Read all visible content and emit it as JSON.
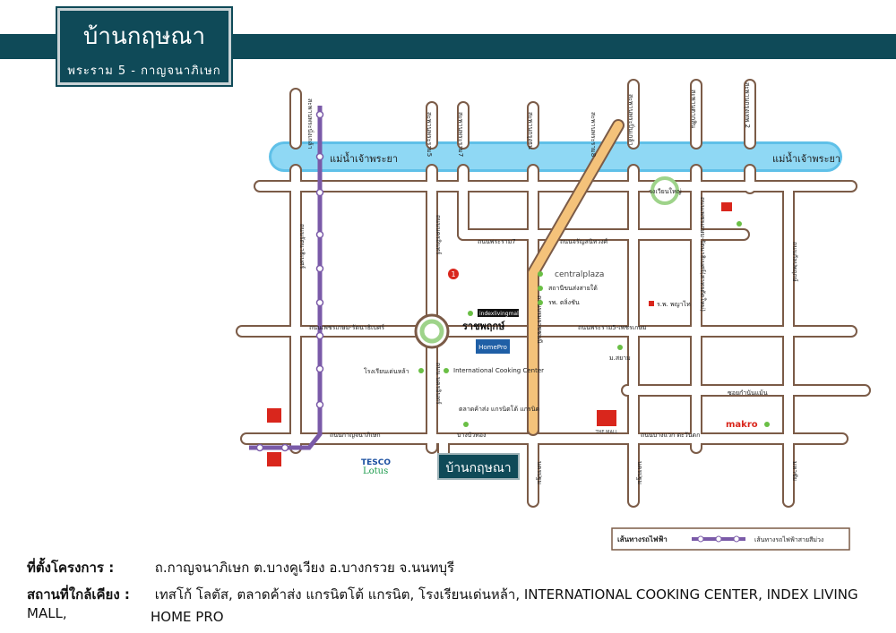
{
  "project": {
    "name": "บ้านกฤษณา",
    "subtitle": "พระราม 5 - กาญจนาภิเษก"
  },
  "map": {
    "river_left": "แม่น้ำเจ้าพระยา",
    "river_right": "แม่น้ำเจ้าพระยา",
    "marker_number": "1",
    "roads": {
      "bridge_nonthaburi1": "สะพานพระนั่งเกล้า",
      "bridge_rama5": "สะพานพระราม5",
      "bridge_rama7": "สะพานพระราม7",
      "bridge_krungthon": "สะพานกรุงธน",
      "bridge_rama8": "สะพานพระราม8",
      "bridge_pinklao": "สะพานพระปิ่นเกล้า",
      "bridge_taksin": "สะพานตากสิน",
      "bridge_krungthep2": "สะพานกรุงเทพ 2",
      "rattanathibet_v": "ถนนรัตนาธิเบศร์",
      "nakhon_in": "ถนนนครอินทร์",
      "rama7_road": "ถนนพระราม7",
      "charansanitwong": "ถนนจรัญสนิทวงศ์",
      "phet_rattana": "ถนนเพชรเกษม-รัตนาธิเบศร์",
      "ratchaphruek": "ราชพฤกษ์",
      "rama5_phet": "ถนนพระราม5-เพชรเกษม",
      "boromratchonnani": "ถนนบรมราชชนนี",
      "phetkasem_sathorn": "ถนนเพชรเกษม-รัตนาธิเบศร์(สาทรตัดใหม่)",
      "nong_khaem": "ถนนกัลปพฤกษ์",
      "soi": "ซอยกำนันแม้น",
      "kanchana": "ถนนกาญจนาภิเษก",
      "bang_bua_thong": "บางบัวทอง",
      "nawamin": "ถนนบางแวก ตะวันตก",
      "nakhon_pathom1": "นครปฐม",
      "nakhon_pathom2": "นครปฐม",
      "mahachai": "มหาชัย",
      "wongwian": "วงเวียนใหญ่",
      "nakhon_in_junction": "ถนน นครอินทร์"
    },
    "places": {
      "central": "centralplaza",
      "museum": "สถานีขนส่งสายใต้",
      "hospital_a": "รพ. ตลิ่งชัน",
      "hospital_b": "ร.พ. พญาไท",
      "index": "indexlivingmall",
      "homepro": "HomePro",
      "school": "โรงเรียนเด่นหล้า",
      "cooking": "International Cooking Center",
      "market": "ตลาดค้าส่ง แกรนิตโต้ แกรนิต",
      "siam": "ม.สยาม",
      "themall": "THE MALL",
      "makro": "makro",
      "tesco": "TESCO",
      "lotus": "Lotus",
      "project_pin": "บ้านกฤษณา"
    },
    "legend": {
      "expressway": "เส้นทางรถไฟฟ้า",
      "purple_line": "เส้นทางรถไฟฟ้าสายสีม่วง"
    },
    "colors": {
      "road": "#7b5b47",
      "river": "#7fd0f0",
      "purple": "#7a5aa8",
      "expressway": "#f4c27a",
      "brand": "#0f4a58"
    }
  },
  "info": {
    "location_label": "ที่ตั้งโครงการ :",
    "location_value": "ถ.กาญจนาภิเษก ต.บางคูเวียง อ.บางกรวย จ.นนทบุรี",
    "nearby_label": "สถานที่ใกล้เคียง :",
    "nearby_value_line1": "เทสโก้ โลตัส, ตลาดค้าส่ง แกรนิตโต้ แกรนิต, โรงเรียนเด่นหล้า, INTERNATIONAL COOKING CENTER, INDEX LIVING MALL,",
    "nearby_value_line2": "HOME PRO"
  }
}
